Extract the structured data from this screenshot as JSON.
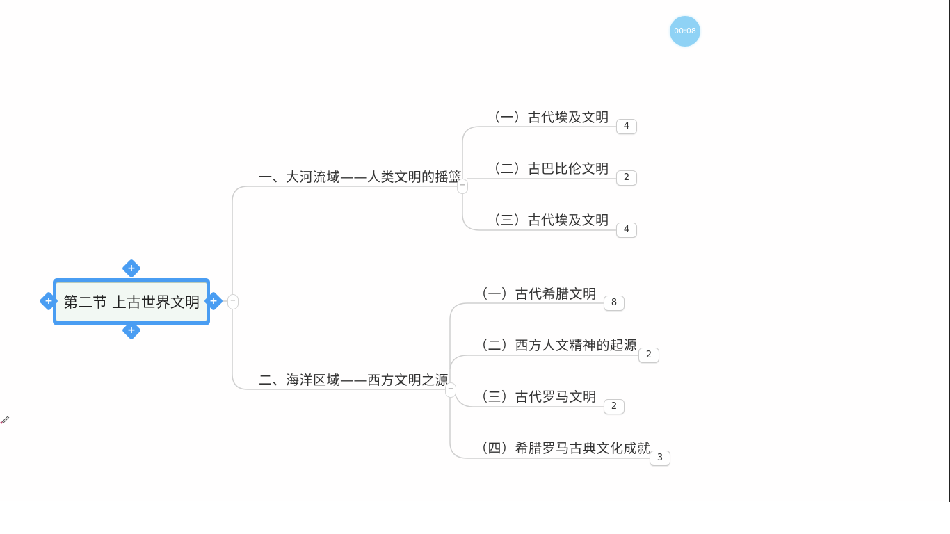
{
  "timer": {
    "text": "00:08",
    "color": "#8fd2f5"
  },
  "root": {
    "title": "第二节 上古世界文明",
    "color": "#4a9df2",
    "toggle": "−"
  },
  "branches": [
    {
      "title": "一、大河流域——人类文明的摇篮",
      "toggle": "−",
      "children": [
        {
          "title": "（一）古代埃及文明",
          "count": "4"
        },
        {
          "title": "（二）古巴比伦文明",
          "count": "2"
        },
        {
          "title": "（三）古代埃及文明",
          "count": "4"
        }
      ]
    },
    {
      "title": "二、海洋区域——西方文明之源",
      "toggle": "−",
      "children": [
        {
          "title": "（一）古代希腊文明",
          "count": "8"
        },
        {
          "title": "（二）西方人文精神的起源",
          "count": "2"
        },
        {
          "title": "（三）古代罗马文明",
          "count": "2"
        },
        {
          "title": "（四）希腊罗马古典文化成就",
          "count": "3"
        }
      ]
    }
  ],
  "icons": {
    "add": "+",
    "pencil": "pencil-icon"
  }
}
